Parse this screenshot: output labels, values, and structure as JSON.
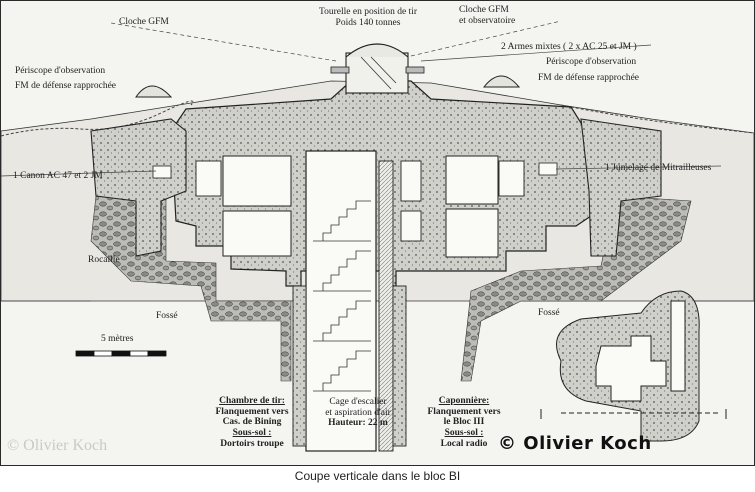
{
  "diagram": {
    "labels": {
      "cloche_gfm_left": "Cloche GFM",
      "tourelle": [
        "Tourelle en position de tir",
        "Poids 140 tonnes"
      ],
      "cloche_gfm_obs": [
        "Cloche GFM",
        "et observatoire"
      ],
      "periscope_left": "Périscope d'observation",
      "fm_left": "FM de défense rapprochée",
      "armes_mixtes": "2 Armes mixtes ( 2 x AC 25 et JM )",
      "periscope_right": "Périscope d'observation",
      "fm_right": "FM de défense rapprochée",
      "canon": "1 Canon AC 47 et 2 JM",
      "jumelage": "1 Jumelage de Mitrailleuses",
      "rocaille": "Rocaille",
      "fosse_left": "Fossé",
      "fosse_right": "Fossé",
      "scale": "5 mètres"
    },
    "legend_left": {
      "title": "Chambre de tir:",
      "lines": [
        "Flanquement vers",
        "Cas. de Bining"
      ],
      "sub_title": "Sous-sol :",
      "sub_lines": [
        "Dortoirs troupe"
      ]
    },
    "legend_mid": {
      "lines": [
        "Cage d'escalier",
        "et aspiration d'air",
        "Hauteur: 22 m"
      ]
    },
    "legend_right": {
      "title": "Caponnière:",
      "lines": [
        "Flanquement vers",
        "le Bloc III"
      ],
      "sub_title": "Sous-sol :",
      "sub_lines": [
        "Local radio"
      ]
    },
    "credit": "© Olivier Koch",
    "watermark": "© Olivier Koch"
  },
  "caption": "Coupe verticale dans le bloc BI",
  "colors": {
    "concrete": "#c9c9c4",
    "earth": "#dedcd6",
    "ink": "#1e1e1e",
    "paper": "#f4f4f1"
  }
}
